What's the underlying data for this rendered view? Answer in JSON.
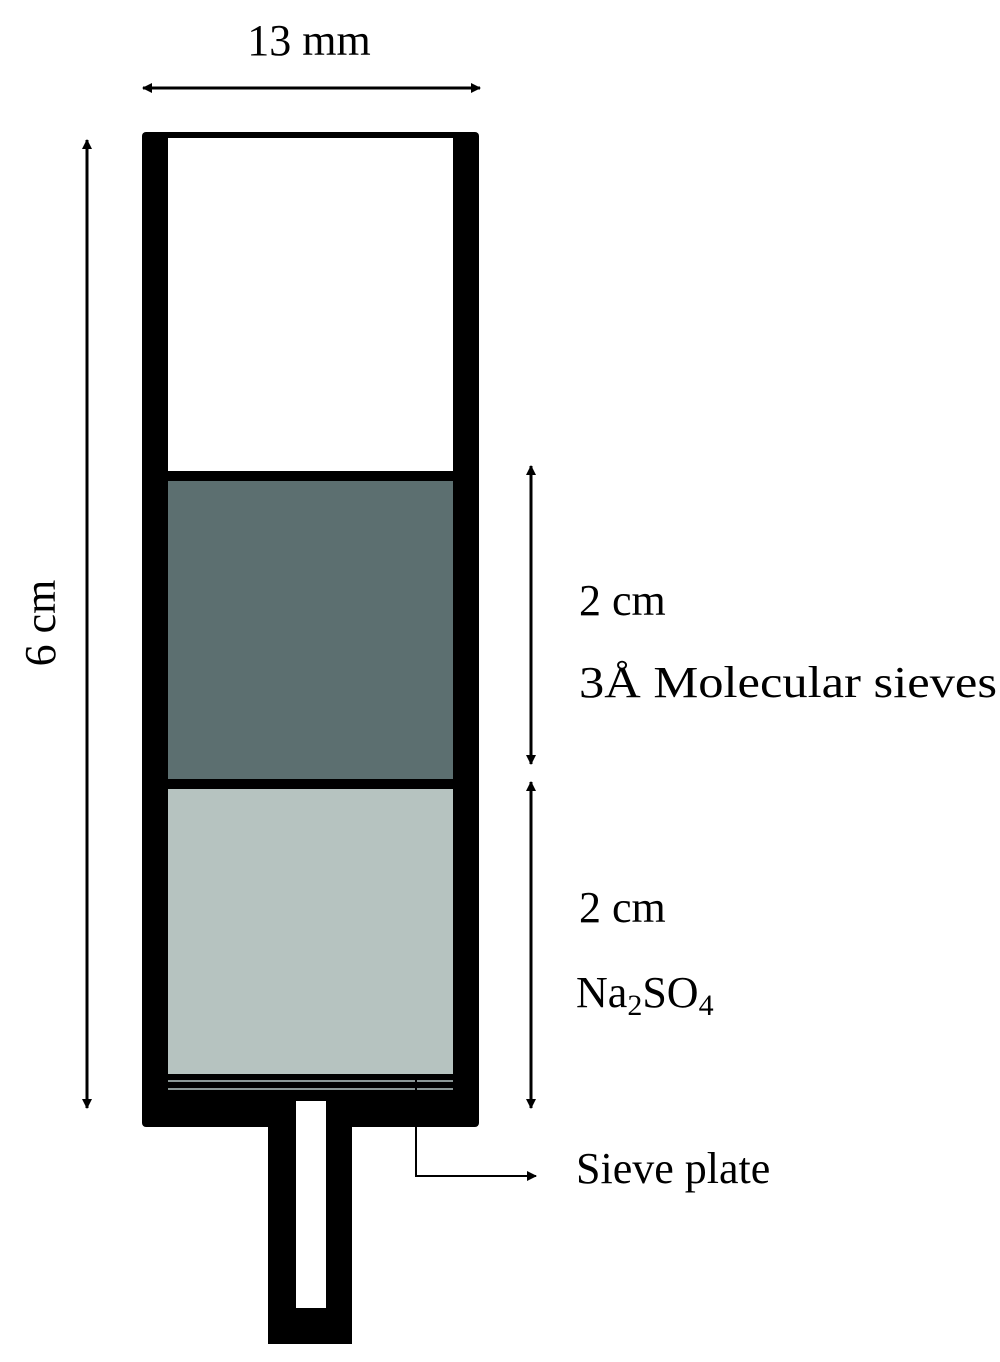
{
  "labels": {
    "width": "13 mm",
    "height": "6 cm",
    "sieves_length": "2 cm",
    "sieves_name": "3Å Molecular sieves",
    "sulfate_length": "2 cm",
    "sulfate_name_parts": [
      "Na",
      "2",
      "SO",
      "4"
    ],
    "plate": "Sieve plate"
  },
  "colors": {
    "outline": "#000000",
    "sieves_fill": "#5c6f70",
    "sulfate_fill": "#b6c3c0",
    "empty_fill": "#ffffff"
  }
}
